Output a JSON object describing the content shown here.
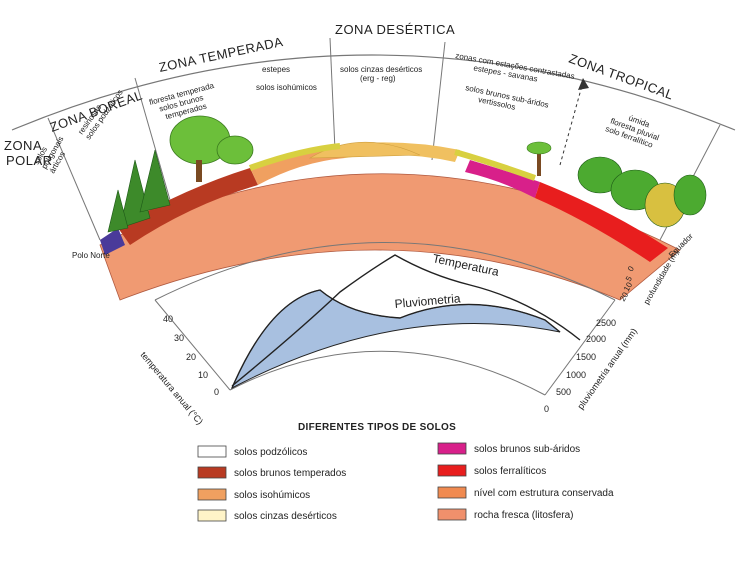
{
  "zones": {
    "polar": "ZONA POLAR",
    "boreal": "ZONA BOREAL",
    "temperada": "ZONA TEMPERADA",
    "desertica": "ZONA DESÉRTICA",
    "tropical": "ZONA TROPICAL"
  },
  "vegetation": {
    "solos_poligonais": "solos poligonais árticos",
    "resinosas": "resinosas solos podzólicos",
    "floresta_temperada": "floresta temperada solos brunos temperados",
    "estepes": "estepes",
    "solos_isohumicos": "solos isohúmicos",
    "solos_cinzas": "solos cinzas desérticos (erg - reg)",
    "zonas_contrastadas": "zonas com estações contrastadas estepes - savanas",
    "solos_brunos_sub": "solos brunos sub-áridos vertissolos",
    "floresta_pluvial": "úmida floresta pluvial solo ferralítico"
  },
  "markers": {
    "polo_norte": "Polo Norte",
    "equador": "Equador",
    "profundidade": "profundidade (m)",
    "depth_ticks": [
      "0",
      "5",
      "10",
      "20"
    ]
  },
  "curves": {
    "temperatura": "Temperatura",
    "pluviometria": "Pluviometria"
  },
  "axes": {
    "temp_label": "temperatura anual (°C)",
    "temp_ticks": [
      "0",
      "10",
      "20",
      "30",
      "40"
    ],
    "pluv_label": "pluviometria anual (mm)",
    "pluv_ticks": [
      "0",
      "500",
      "1000",
      "1500",
      "2000",
      "2500"
    ]
  },
  "legend": {
    "title": "DIFERENTES TIPOS DE SOLOS",
    "items": [
      {
        "label": "solos podzólicos",
        "color": "#ffffff"
      },
      {
        "label": "solos brunos temperados",
        "color": "#b83a22"
      },
      {
        "label": "solos isohúmicos",
        "color": "#f0a060"
      },
      {
        "label": "solos cinzas desérticos",
        "color": "#fff4c8"
      },
      {
        "label": "solos brunos sub-áridos",
        "color": "#d8208a"
      },
      {
        "label": "solos ferralíticos",
        "color": "#e81e1e"
      },
      {
        "label": "nível com estrutura conservada",
        "color": "#f08a50"
      },
      {
        "label": "rocha fresca (litosfera)",
        "color": "#f0906c"
      }
    ]
  },
  "colors": {
    "ground": "#f09a72",
    "pluviometria_fill": "#a8c0e0",
    "vegetation_green": "#6cbf3a",
    "desert_sand": "#f0c060"
  }
}
